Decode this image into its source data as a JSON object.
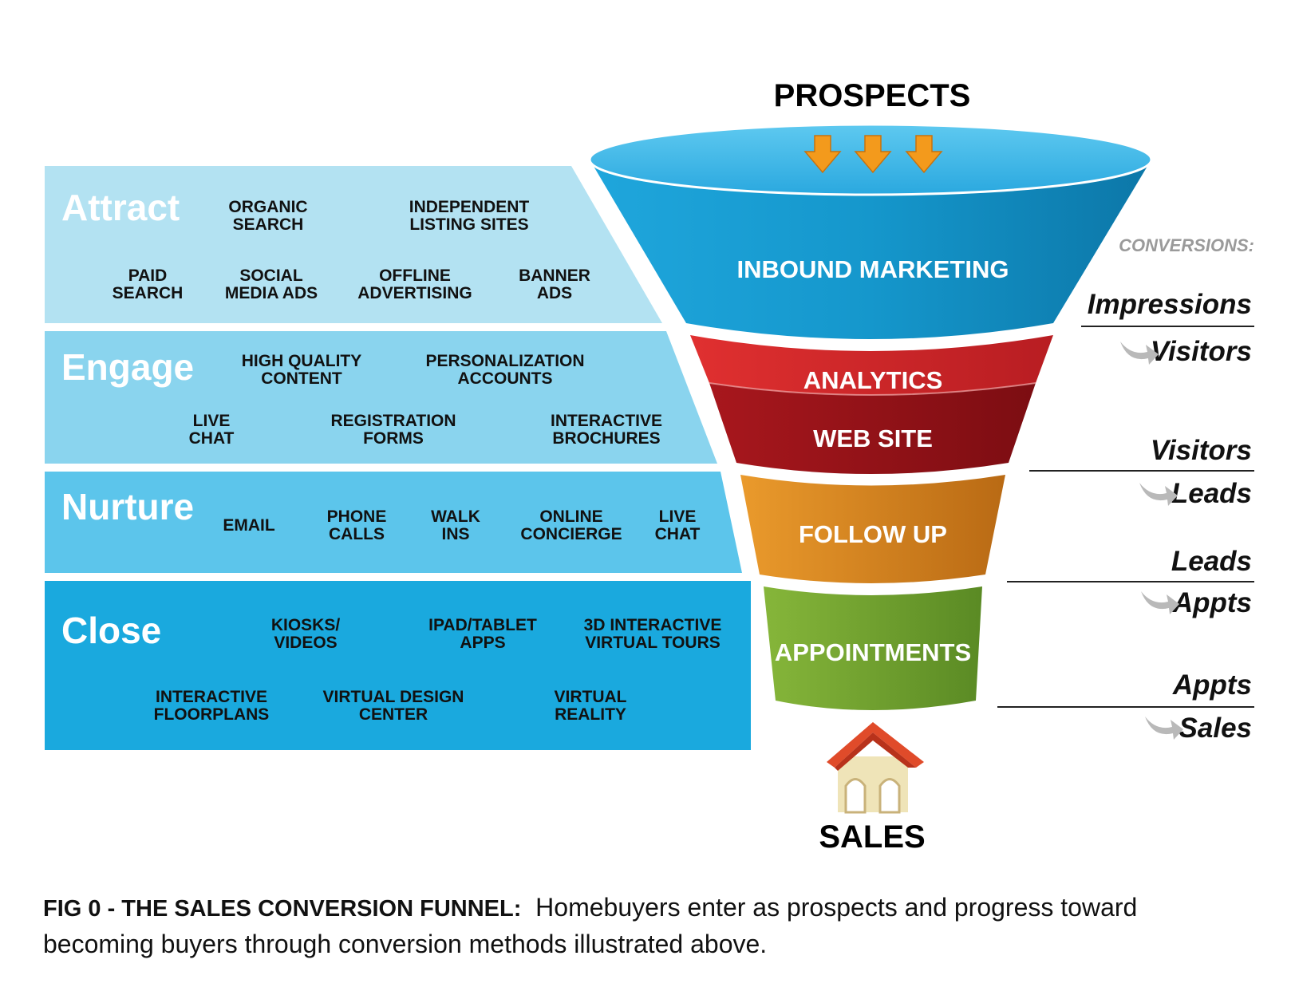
{
  "prospects": "PROSPECTS",
  "sales": "SALES",
  "conversions_header": "CONVERSIONS:",
  "stages": [
    {
      "name": "Attract",
      "items": [
        [
          "ORGANIC",
          "SEARCH"
        ],
        [
          "INDEPENDENT",
          "LISTING SITES"
        ],
        [
          "PAID",
          "SEARCH"
        ],
        [
          "SOCIAL",
          "MEDIA ADS"
        ],
        [
          "OFFLINE",
          "ADVERTISING"
        ],
        [
          "BANNER",
          "ADS"
        ]
      ]
    },
    {
      "name": "Engage",
      "items": [
        [
          "HIGH QUALITY",
          "CONTENT"
        ],
        [
          "PERSONALIZATION",
          "ACCOUNTS"
        ],
        [
          "LIVE",
          "CHAT"
        ],
        [
          "REGISTRATION",
          "FORMS"
        ],
        [
          "INTERACTIVE",
          "BROCHURES"
        ]
      ]
    },
    {
      "name": "Nurture",
      "items": [
        [
          "EMAIL"
        ],
        [
          "PHONE",
          "CALLS"
        ],
        [
          "WALK",
          "INS"
        ],
        [
          "ONLINE",
          "CONCIERGE"
        ],
        [
          "LIVE",
          "CHAT"
        ]
      ]
    },
    {
      "name": "Close",
      "items": [
        [
          "KIOSKS/",
          "VIDEOS"
        ],
        [
          "IPAD/TABLET",
          "APPS"
        ],
        [
          "3D INTERACTIVE",
          "VIRTUAL TOURS"
        ],
        [
          "INTERACTIVE",
          "FLOORPLANS"
        ],
        [
          "VIRTUAL DESIGN",
          "CENTER"
        ],
        [
          "VIRTUAL",
          "REALITY"
        ]
      ]
    }
  ],
  "funnel_labels": [
    "INBOUND MARKETING",
    "ANALYTICS",
    "WEB SITE",
    "FOLLOW UP",
    "APPOINTMENTS"
  ],
  "conversions": [
    {
      "from": "Impressions",
      "to": "Visitors"
    },
    {
      "from": "Visitors",
      "to": "Leads"
    },
    {
      "from": "Leads",
      "to": "Appts"
    },
    {
      "from": "Appts",
      "to": "Sales"
    }
  ],
  "caption": {
    "bold": "FIG 0 - THE SALES CONVERSION FUNNEL:",
    "text": "Homebuyers enter as prospects and progress toward becoming buyers through conversion methods illustrated above."
  },
  "colors": {
    "attract_band": "#b3e2f2",
    "engage_band": "#8ad4ee",
    "nurture_band": "#5cc5eb",
    "close_band": "#1aa9de",
    "inbound": "#1b9cd2",
    "analytics": "#d42a2a",
    "website": "#9c141b",
    "followup": "#dd8a23",
    "appointments": "#7aaa33",
    "arrow": "#f39a1c"
  }
}
